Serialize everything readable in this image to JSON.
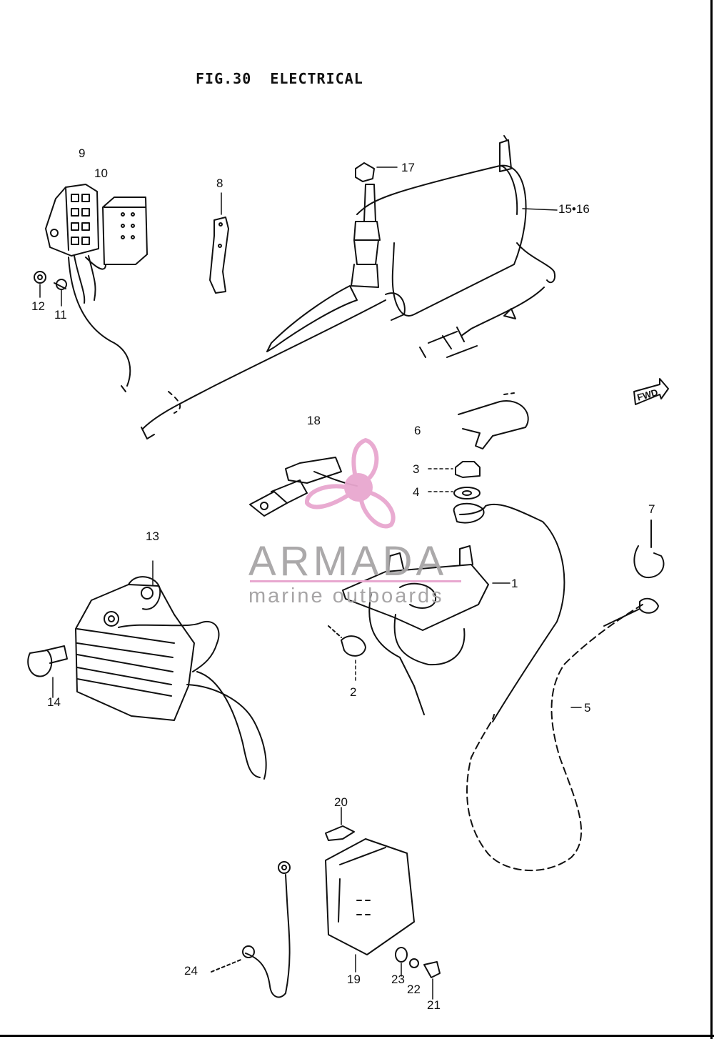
{
  "diagram": {
    "title": "FIG.30  ELECTRICAL",
    "callouts": [
      {
        "id": "9",
        "text": "9"
      },
      {
        "id": "10",
        "text": "10"
      },
      {
        "id": "12",
        "text": "12"
      },
      {
        "id": "11",
        "text": "11"
      },
      {
        "id": "8",
        "text": "8"
      },
      {
        "id": "17",
        "text": "17"
      },
      {
        "id": "15-16",
        "text": "15•16"
      },
      {
        "id": "18",
        "text": "18"
      },
      {
        "id": "6",
        "text": "6"
      },
      {
        "id": "3",
        "text": "3"
      },
      {
        "id": "4",
        "text": "4"
      },
      {
        "id": "7",
        "text": "7"
      },
      {
        "id": "13",
        "text": "13"
      },
      {
        "id": "1",
        "text": "1"
      },
      {
        "id": "14",
        "text": "14"
      },
      {
        "id": "2",
        "text": "2"
      },
      {
        "id": "5",
        "text": "5"
      },
      {
        "id": "20",
        "text": "20"
      },
      {
        "id": "24",
        "text": "24"
      },
      {
        "id": "19",
        "text": "19"
      },
      {
        "id": "23",
        "text": "23"
      },
      {
        "id": "22",
        "text": "22"
      },
      {
        "id": "21",
        "text": "21"
      }
    ],
    "fwd_marker": "FWD"
  },
  "watermark": {
    "brand": "ARMADA",
    "tagline": "marine outboards",
    "logo_icon": "propeller-icon",
    "color": "#e8a7cf"
  }
}
